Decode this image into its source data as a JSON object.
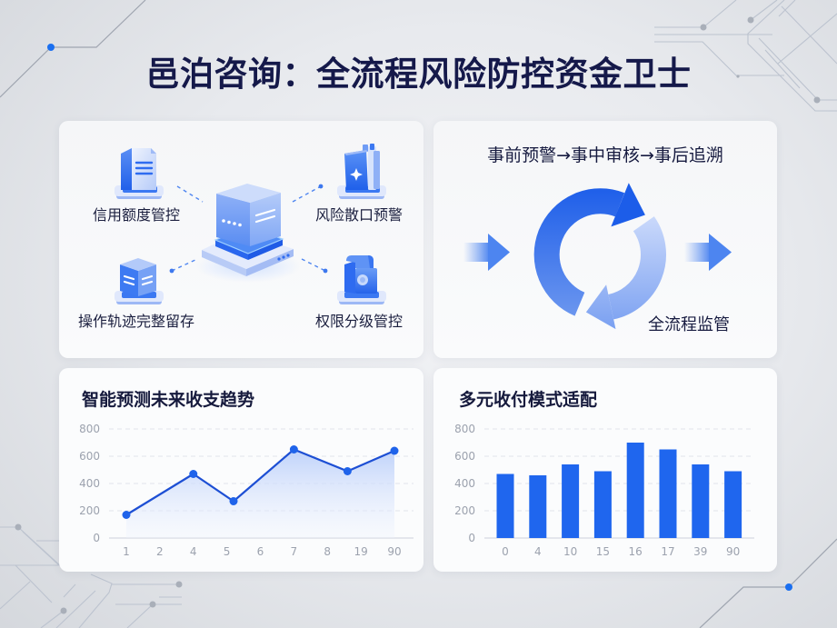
{
  "title": "邑泊咨询：全流程风险防控资金卫士",
  "colors": {
    "title": "#15194a",
    "accent": "#1f63ea",
    "line": "#1d4fd4",
    "line_dot": "#1f63ea",
    "bar": "#1f66ee",
    "circuit_dot": "#1a6ff0",
    "grid": "#e2e5ea",
    "axis": "#dcdfe6"
  },
  "features_card": {
    "center_icon": "server-hub-icon",
    "items": [
      {
        "label": "信用额度管控",
        "icon": "document-icon"
      },
      {
        "label": "风险散口预警",
        "icon": "alert-folder-icon"
      },
      {
        "label": "操作轨迹完整留存",
        "icon": "log-storage-icon"
      },
      {
        "label": "权限分级管控",
        "icon": "permission-lock-icon"
      }
    ]
  },
  "process_card": {
    "heading": "事前预警→事中审核→事后追溯",
    "cycle_label": "全流程监管",
    "icons": [
      "arrow-right-icon",
      "cycle-arrows-icon",
      "arrow-right-icon"
    ]
  },
  "chart_data": [
    {
      "type": "line",
      "title": "智能预测未来收支趋势",
      "xlabel": "",
      "ylabel": "",
      "categories": [
        "1",
        "2",
        "4",
        "5",
        "6",
        "7",
        "8",
        "19",
        "90"
      ],
      "points": [
        {
          "x_index": 0,
          "x_label": "1",
          "y": 170
        },
        {
          "x_index": 2,
          "x_label": "4",
          "y": 470
        },
        {
          "x_index": 3.2,
          "x_label": "5",
          "y": 270
        },
        {
          "x_index": 5,
          "x_label": "7",
          "y": 650
        },
        {
          "x_index": 6.6,
          "x_label": "8",
          "y": 490
        },
        {
          "x_index": 8,
          "x_label": "90",
          "y": 640
        }
      ],
      "yticks": [
        0,
        200,
        400,
        600,
        800
      ],
      "ylim": [
        0,
        800
      ],
      "grid": true,
      "area_fill": true,
      "legend": null
    },
    {
      "type": "bar",
      "title": "多元收付模式适配",
      "xlabel": "",
      "ylabel": "",
      "categories": [
        "0",
        "4",
        "10",
        "15",
        "16",
        "17",
        "39",
        "90"
      ],
      "values": [
        470,
        460,
        540,
        490,
        700,
        650,
        540,
        490
      ],
      "yticks": [
        0,
        200,
        400,
        600,
        800
      ],
      "ylim": [
        0,
        800
      ],
      "grid": true,
      "legend": null
    }
  ]
}
